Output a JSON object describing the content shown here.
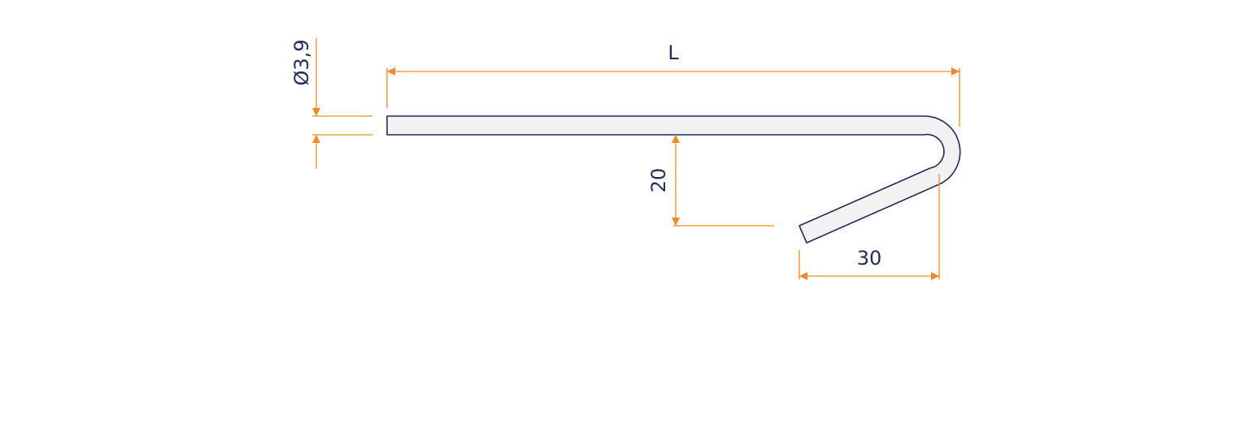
{
  "colors": {
    "dimension": "#f08a24",
    "outline": "#1e2d5a",
    "fill": "#f2f2f2",
    "text": "#1e2d5a",
    "background": "#ffffff"
  },
  "dimensions": {
    "diameter_label": "Ø3,9",
    "length_label": "L",
    "height_label": "20",
    "hook_width_label": "30"
  }
}
